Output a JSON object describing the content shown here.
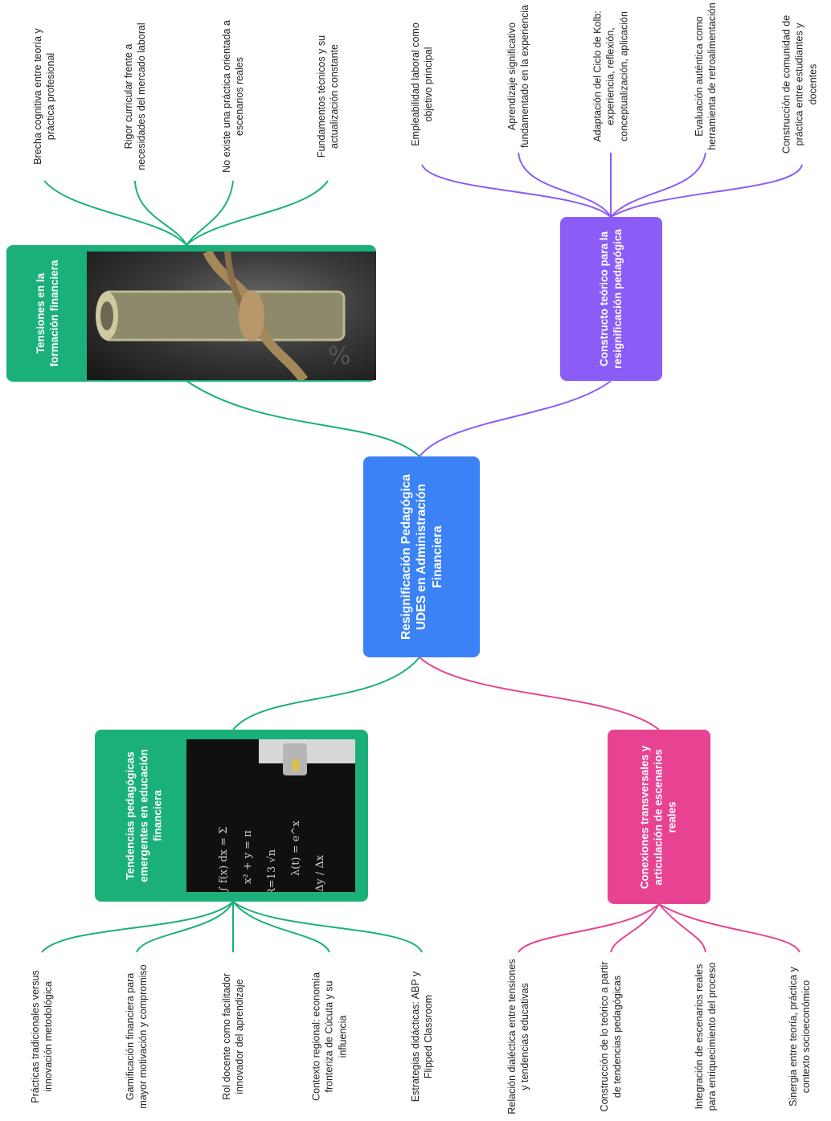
{
  "central": {
    "label": "Resignificación Pedagógica UDES en Administración Financiera",
    "color": "#3b82f6"
  },
  "branches": {
    "tensiones": {
      "label": "Tensiones en la formación financiera",
      "color": "#1bb07a",
      "leaves": [
        "Brecha cognitiva entre teoría y práctica profesional",
        "Rigor curricular frente a necesidades del mercado laboral",
        "No existe una práctica orientada a escenarios reales",
        "Fundamentos técnicos y su actualización constante"
      ]
    },
    "constructo": {
      "label": "Constructo teórico para la resignificación pedagógica",
      "color": "#8b5cf6",
      "leaves": [
        "Empleabilidad laboral como objetivo principal",
        "Aprendizaje significativo fundamentado en la experiencia",
        "Adaptación del Ciclo de Kolb: experiencia, reflexión, conceptualización, aplicación",
        "Evaluación auténtica como herramienta de retroalimentación",
        "Construcción de comunidad de práctica entre estudiantes y docentes"
      ]
    },
    "tendencias": {
      "label": "Tendencias pedagógicas emergentes en educación financiera",
      "color": "#1bb07a",
      "leaves": [
        "Prácticas tradicionales versus innovación metodológica",
        "Gamificación financiera para mayor motivación y compromiso",
        "Rol docente como facilitador innovador del aprendizaje",
        "Contexto regional: economía fronteriza de Cúcuta y su influencia",
        "Estrategias didácticas: ABP y Flipped Classroom"
      ]
    },
    "conexiones": {
      "label": "Conexiones transversales y articulación de escenarios reales",
      "color": "#e84393",
      "leaves": [
        "Relación dialéctica entre tensiones y tendencias educativas",
        "Construcción de lo teórico a partir de tendencias pedagógicas",
        "Integración de escenarios reales para enriquecimiento del proceso",
        "Sinergia entre teoría, práctica y contexto socioeconómico"
      ]
    }
  },
  "images": {
    "tensiones": "money-rope-photo",
    "tendencias": "blackboard-formulas-photo"
  }
}
